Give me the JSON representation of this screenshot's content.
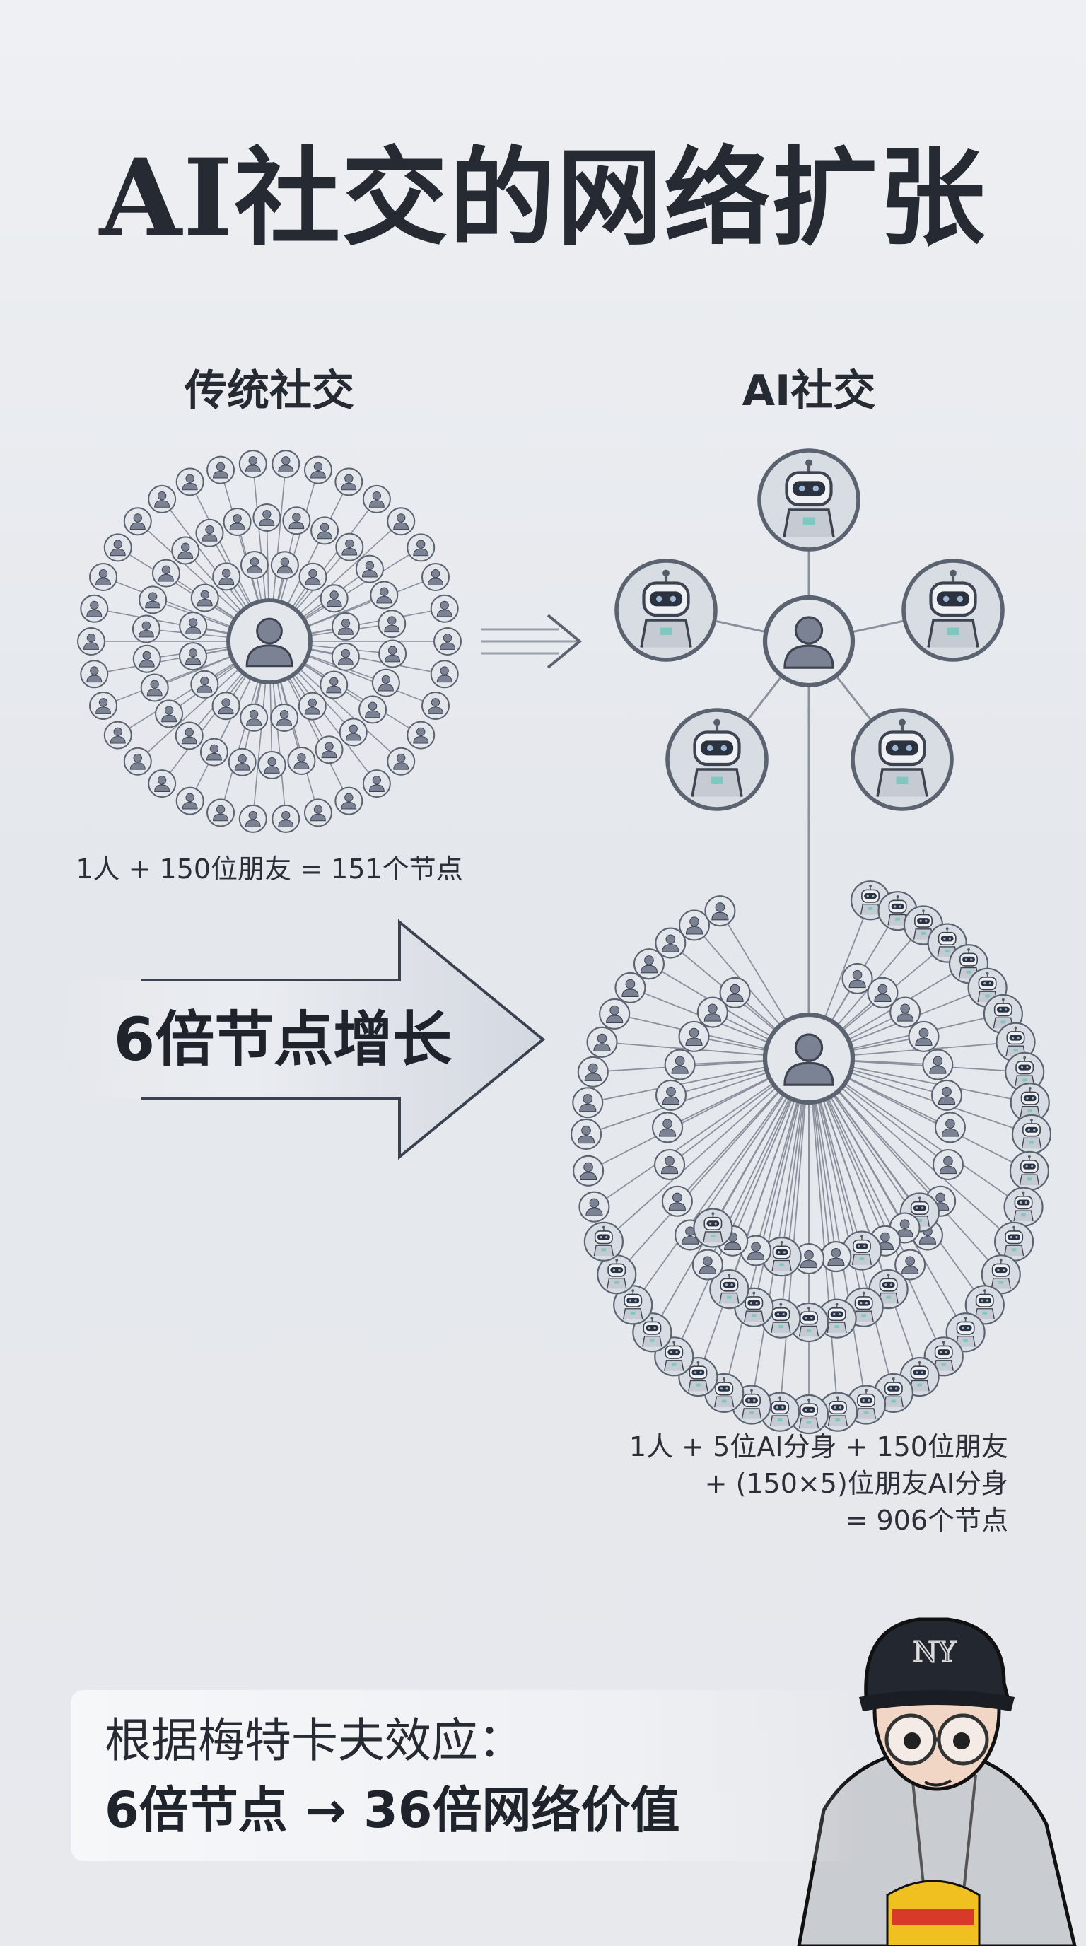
{
  "title": "AI社交的网络扩张",
  "left_panel": {
    "heading": "传统社交",
    "equation": "1人 + 150位朋友 = 151个节点"
  },
  "right_panel": {
    "heading": "AI社交",
    "equation_lines": [
      "1人 + 5位AI分身 + 150位朋友",
      "+ (150×5)位朋友AI分身",
      "= 906个节点"
    ]
  },
  "growth_arrow": {
    "label": "6倍节点增长"
  },
  "summary": {
    "line1": "根据梅特卡夫效应：",
    "line2": "6倍节点 → 36倍网络价值"
  },
  "colors": {
    "text": "#262a33",
    "node_fill": "#e3e6eb",
    "node_stroke": "#5b6270",
    "icon": "#7a8294",
    "link": "#8a909c",
    "visor": "#2c3340"
  },
  "mascot": {
    "cap_logo": "NY"
  }
}
